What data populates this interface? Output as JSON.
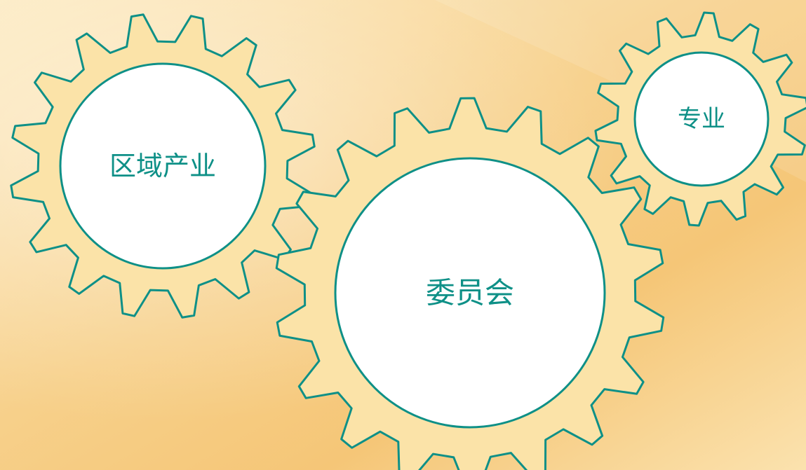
{
  "background": {
    "colors": [
      "#FCE9BE",
      "#F7D08A",
      "#F5C677",
      "#FBE2AE"
    ]
  },
  "colors": {
    "gear_stroke": "#0E9087",
    "gear_fill": "#FBE3A8",
    "hub_fill": "#FFFFFF",
    "label": "#0E9087"
  },
  "gears": [
    {
      "id": "regional-industry",
      "label": "区域产业",
      "teeth": 16
    },
    {
      "id": "committee",
      "label": "委员会",
      "teeth": 18
    },
    {
      "id": "major",
      "label": "专业",
      "teeth": 14
    }
  ]
}
